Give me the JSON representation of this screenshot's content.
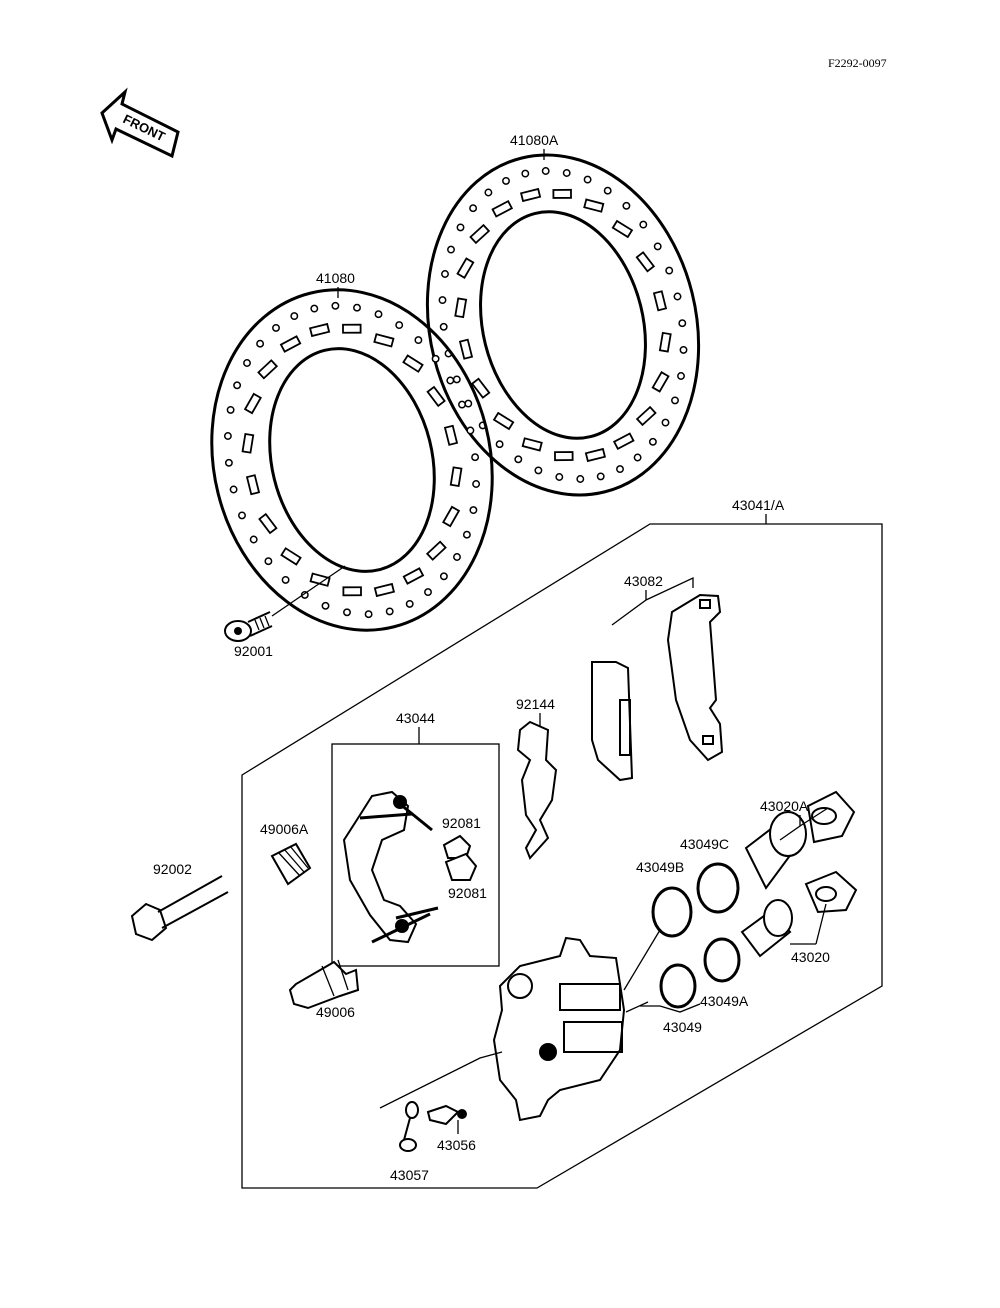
{
  "diagram_code": "F2292-0097",
  "front_arrow": {
    "label": "FRONT",
    "icon": "front-arrow-icon"
  },
  "parts": {
    "disc_rear": "41080A",
    "disc_front": "41080",
    "disc_bolt": "92001",
    "caliper_assy": "43041/A",
    "pad_set": "43082",
    "spring_92144": "92144",
    "bracket": "43044",
    "clip_upper": "92081",
    "clip_lower": "92081",
    "boot_49006A": "49006A",
    "bolt_92002": "92002",
    "pin_49006": "49006",
    "piston_43020A": "43020A",
    "piston_43020": "43020",
    "seal_43049C": "43049C",
    "seal_43049B": "43049B",
    "seal_43049A": "43049A",
    "seal_43049": "43049",
    "bleeder": "43056",
    "cap_43057": "43057"
  }
}
